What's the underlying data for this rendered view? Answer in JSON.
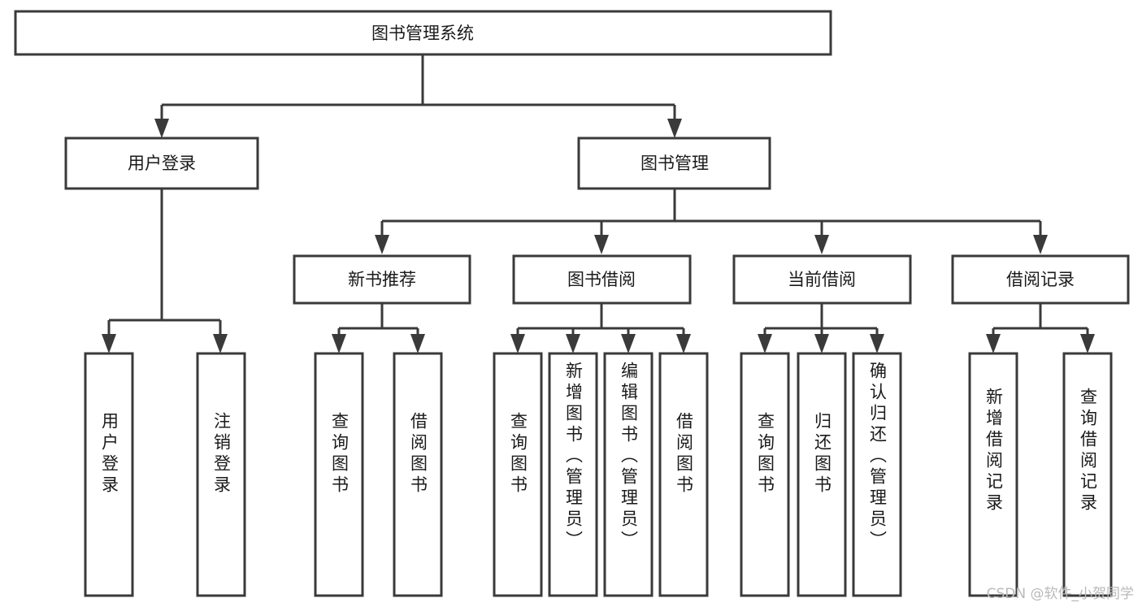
{
  "diagram": {
    "type": "tree",
    "title": "图书管理系统",
    "watermark": "CSDN @软件_小贺同学",
    "root": {
      "label": "图书管理系统",
      "level": 0
    },
    "level2": [
      {
        "label": "用户登录"
      },
      {
        "label": "图书管理"
      }
    ],
    "level3": [
      {
        "label": "新书推荐"
      },
      {
        "label": "图书借阅"
      },
      {
        "label": "当前借阅"
      },
      {
        "label": "借阅记录"
      }
    ],
    "leaves": {
      "user_login": [
        {
          "label": "用户登录"
        },
        {
          "label": "注销登录"
        }
      ],
      "new_book_rec": [
        {
          "label": "查询图书"
        },
        {
          "label": "借阅图书"
        }
      ],
      "book_borrow": [
        {
          "label": "查询图书"
        },
        {
          "label": "新增图书（管理员）"
        },
        {
          "label": "编辑图书（管理员）"
        },
        {
          "label": "借阅图书"
        }
      ],
      "current_borrow": [
        {
          "label": "查询图书"
        },
        {
          "label": "归还图书"
        },
        {
          "label": "确认归还（管理员）"
        }
      ],
      "borrow_record": [
        {
          "label": "新增借阅记录"
        },
        {
          "label": "查询借阅记录"
        }
      ]
    },
    "colors": {
      "stroke": "#3a3a3a",
      "fill": "#ffffff",
      "text": "#1a1a1a",
      "watermark": "#b9b9b9"
    }
  }
}
